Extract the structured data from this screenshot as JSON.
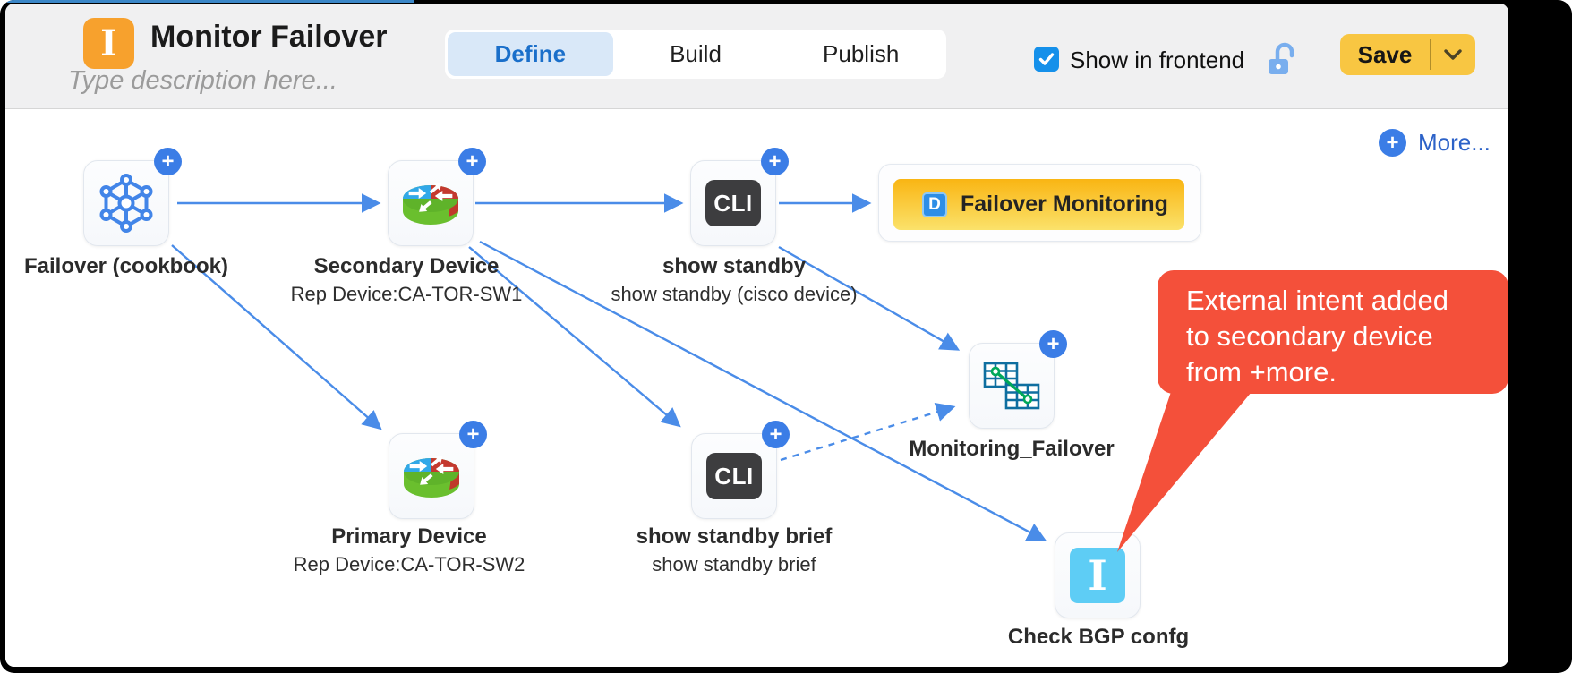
{
  "header": {
    "intent_badge": "I",
    "title": "Monitor Failover",
    "description_placeholder": "Type description here...",
    "tabs": [
      {
        "label": "Define",
        "active": true
      },
      {
        "label": "Build",
        "active": false
      },
      {
        "label": "Publish",
        "active": false
      }
    ],
    "show_in_frontend": {
      "label": "Show in frontend",
      "checked": true
    },
    "save_button": {
      "label": "Save"
    }
  },
  "canvas": {
    "more_button": {
      "label": "More...",
      "plus": "+"
    },
    "add_badge": "+",
    "nodes": [
      {
        "id": "failover-cookbook",
        "label": "Failover (cookbook)",
        "icon": "mesh-network"
      },
      {
        "id": "secondary-device",
        "label": "Secondary Device",
        "sublabel": "Rep Device:CA-TOR-SW1",
        "icon": "router"
      },
      {
        "id": "show-standby",
        "label": "show standby",
        "sublabel": "show standby (cisco device)",
        "icon": "cli",
        "icon_text": "CLI"
      },
      {
        "id": "failover-monitoring",
        "label": "Failover Monitoring",
        "icon": "dashboard-d",
        "icon_text": "D"
      },
      {
        "id": "primary-device",
        "label": "Primary Device",
        "sublabel": "Rep Device:CA-TOR-SW2",
        "icon": "router"
      },
      {
        "id": "show-standby-brief",
        "label": "show standby brief",
        "sublabel": "show standby brief",
        "icon": "cli",
        "icon_text": "CLI"
      },
      {
        "id": "monitoring-failover",
        "label": "Monitoring_Failover",
        "icon": "data-table"
      },
      {
        "id": "check-bgp-confg",
        "label": "Check BGP confg",
        "icon": "intent",
        "icon_text": "I"
      }
    ],
    "callout": {
      "lines": [
        "External intent added",
        "to secondary device",
        "from +more."
      ],
      "color": "#f4503a"
    }
  },
  "colors": {
    "accent_blue": "#4a8ce8",
    "active_tab_blue": "#1a6fca",
    "save_yellow": "#f8c642",
    "intent_orange": "#f7a12d",
    "callout_red": "#f4503a",
    "cli_dark": "#3d3d3f",
    "check_bgp_blue": "#5ecdf5"
  }
}
